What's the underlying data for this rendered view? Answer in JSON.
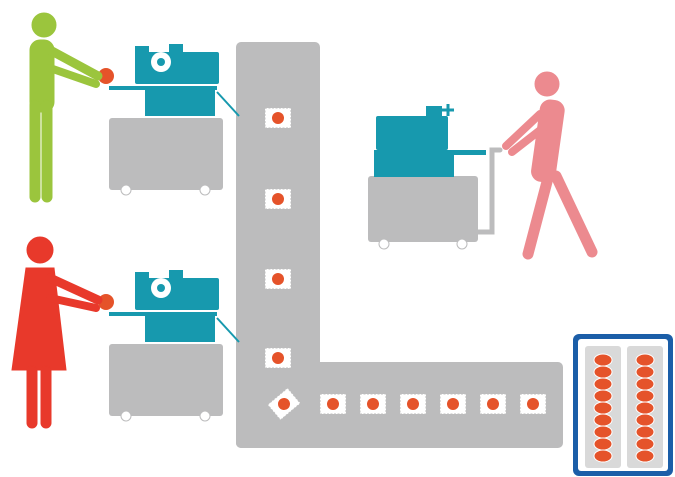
{
  "colors": {
    "background": "#ffffff",
    "conveyor": "#bcbcbd",
    "machine": "#1799ae",
    "machine_dark": "#0e6f80",
    "cart": "#bcbcbd",
    "wheel": "#ffffff",
    "product": "#e5532a",
    "package": "#ffffff",
    "package_edge": "#bdbdbd",
    "worker_green": "#9bc53d",
    "worker_red": "#e8392b",
    "worker_pink": "#ec8a8f",
    "box_frame": "#1b5ea8",
    "box_inner": "#ffffff",
    "box_column": "#d9d9d9"
  },
  "scene": {
    "workers": [
      {
        "name": "worker-green",
        "figure": "person-male",
        "role": "feeding product into labeling machine"
      },
      {
        "name": "worker-red",
        "figure": "person-female",
        "role": "feeding product into labeling machine"
      },
      {
        "name": "worker-pink",
        "figure": "person-male",
        "role": "pushing machine cart"
      }
    ],
    "machines": [
      {
        "name": "labeling-machine-top",
        "icon": "labeling-machine-icon"
      },
      {
        "name": "labeling-machine-bottom",
        "icon": "labeling-machine-icon"
      },
      {
        "name": "labeling-machine-cart",
        "icon": "labeling-machine-icon"
      }
    ],
    "conveyor": {
      "vertical_packages": 4,
      "horizontal_packages": 6,
      "turning_packages": 1
    },
    "output_box": {
      "columns": 2,
      "items_per_column": 9
    }
  }
}
